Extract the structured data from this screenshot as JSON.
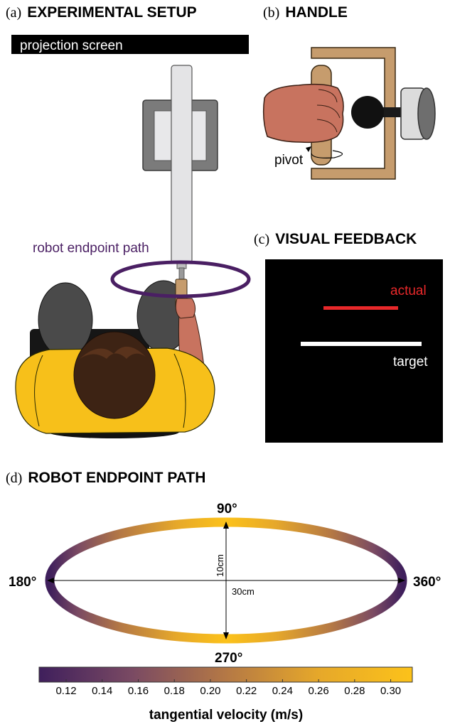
{
  "panels": {
    "a": {
      "letter": "(a)",
      "title": "EXPERIMENTAL SETUP",
      "screen_label": "projection screen",
      "path_label": "robot endpoint path"
    },
    "b": {
      "letter": "(b)",
      "title": "HANDLE",
      "pivot_label": "pivot"
    },
    "c": {
      "letter": "(c)",
      "title": "VISUAL FEEDBACK",
      "actual_label": "actual",
      "target_label": "target"
    },
    "d": {
      "letter": "(d)",
      "title": "ROBOT ENDPOINT PATH",
      "angle_top": "90°",
      "angle_left": "180°",
      "angle_right": "360°",
      "angle_bottom": "270°",
      "height_label": "10cm",
      "width_label": "30cm"
    }
  },
  "colorbar": {
    "label": "tangential velocity (m/s)",
    "ticks": [
      "0.12",
      "0.14",
      "0.16",
      "0.18",
      "0.20",
      "0.22",
      "0.24",
      "0.26",
      "0.28",
      "0.30"
    ],
    "tick_values": [
      0.12,
      0.14,
      0.16,
      0.18,
      0.2,
      0.22,
      0.24,
      0.26,
      0.28,
      0.3
    ],
    "range": [
      0.105,
      0.312
    ],
    "colors": [
      "#3f1f5c",
      "#7a4a63",
      "#b47845",
      "#e6a82a",
      "#fcc21a"
    ]
  },
  "colors": {
    "path_purple": "#4a1f63",
    "actual_red": "#e8282a",
    "target_white": "#ffffff",
    "shirt_yellow": "#f7c01a",
    "skin": "#c8735f",
    "hair": "#3d2314",
    "handle_wood": "#c69c6d"
  }
}
